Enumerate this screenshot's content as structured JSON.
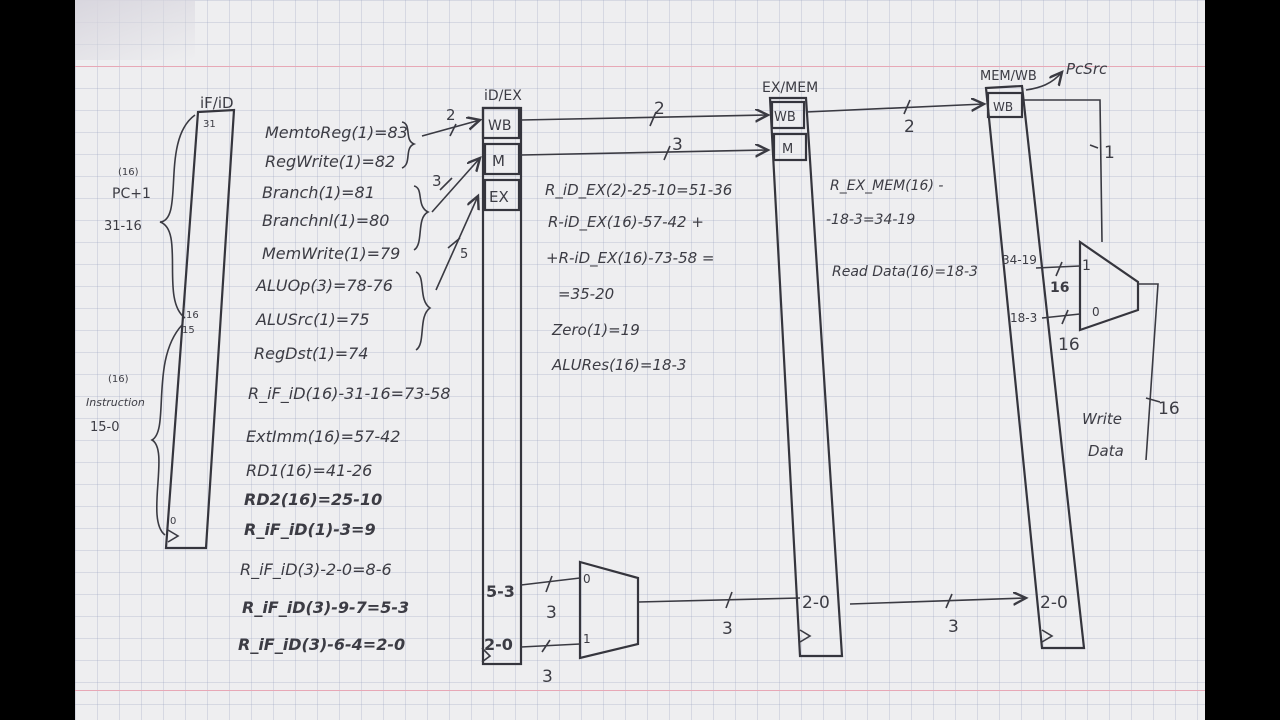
{
  "registers": {
    "if_id": {
      "title": "iF/iD",
      "bit_top": "31",
      "bit_16": "16",
      "bit_15": "15",
      "bit_0": "0"
    },
    "id_ex": {
      "title": "iD/EX",
      "fields": [
        "WB",
        "M",
        "EX"
      ],
      "in_5_3": "5-3",
      "in_2_0": "2-0"
    },
    "ex_mem": {
      "title": "EX/MEM",
      "fields": [
        "WB",
        "M"
      ],
      "out_2_0": "2-0"
    },
    "mem_wb": {
      "title": "MEM/WB",
      "fields": [
        "WB"
      ],
      "in_2_0": "2-0",
      "pcsrc": "PcSrc"
    }
  },
  "if_id_notes": {
    "pc_size": "(16)",
    "pc": "PC+1",
    "pc_bits": "31-16",
    "instr_size": "(16)",
    "instr": "Instruction",
    "instr_bits": "15-0"
  },
  "control_signals": [
    "MemtoReg(1)=83",
    "RegWrite(1)=82",
    "Branch(1)=81",
    "Branchnl(1)=80",
    "MemWrite(1)=79",
    "ALUOp(3)=78-76",
    "ALUSrc(1)=75",
    "RegDst(1)=74"
  ],
  "id_ex_fields": [
    "R_iF_iD(16)-31-16=73-58",
    "ExtImm(16)=57-42",
    "RD1(16)=41-26",
    "RD2(16)=25-10",
    "R_iF_iD(1)-3=9",
    "R_iF_iD(3)-2-0=8-6",
    "R_iF_iD(3)-9-7=5-3",
    "R_iF_iD(3)-6-4=2-0"
  ],
  "ex_mem_fields": [
    "R_iD_EX(2)-25-10=51-36",
    "R-iD_EX(16)-57-42 +",
    "+R-iD_EX(16)-73-58 =",
    "=35-20",
    "Zero(1)=19",
    "ALURes(16)=18-3"
  ],
  "mem_wb_fields": [
    "R_EX_MEM(16) -",
    "-18-3=34-19",
    "Read Data(16)=18-3"
  ],
  "bus_widths": {
    "wb_in": "2",
    "m_in": "3",
    "ex_in": "5",
    "wb_ex_mem": "2",
    "m_ex_mem": "3",
    "wb_mem_wb": "2",
    "mux_in0": "3",
    "mux_in1": "3",
    "mux_out": "3",
    "to_mem_wb": "3",
    "ctl_wb": "1",
    "mux2_in1": "16",
    "mux2_in0": "16",
    "write_data": "16"
  },
  "mux_ex": {
    "in0": "0",
    "in1": "1"
  },
  "mux_wb": {
    "in1": "1",
    "in0": "0",
    "in1_bits": "34-19",
    "in0_bits": "18-3",
    "label_16": "16"
  },
  "write_data_label": [
    "Write",
    "Data"
  ]
}
